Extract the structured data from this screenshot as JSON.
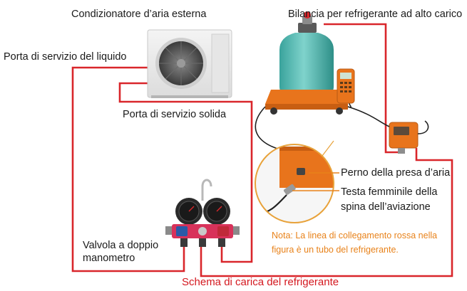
{
  "labels": {
    "outdoor_unit": "Condizionatore d’aria esterna",
    "scale": "Bilancia per refrigerante ad alto carico",
    "liquid_port": "Porta di servizio del liquido",
    "solid_port": "Porta di servizio solida",
    "air_pin": "Perno della presa d’aria",
    "aviation_plug_line1": "Testa femminile della",
    "aviation_plug_line2": "spina dell’aviazione",
    "manifold_line1": "Valvola a doppio",
    "manifold_line2": "manometro"
  },
  "note": {
    "line1": "Nota: La linea di collegamento rossa nella",
    "line2": "figura è un tubo del refrigerante."
  },
  "caption": "Schema di carica del refrigerante",
  "colors": {
    "pipe": "#d9262b",
    "note": "#e8821a",
    "scale_orange": "#e8741c",
    "cylinder": "#5fc0b9",
    "manifold": "#d8325a"
  }
}
